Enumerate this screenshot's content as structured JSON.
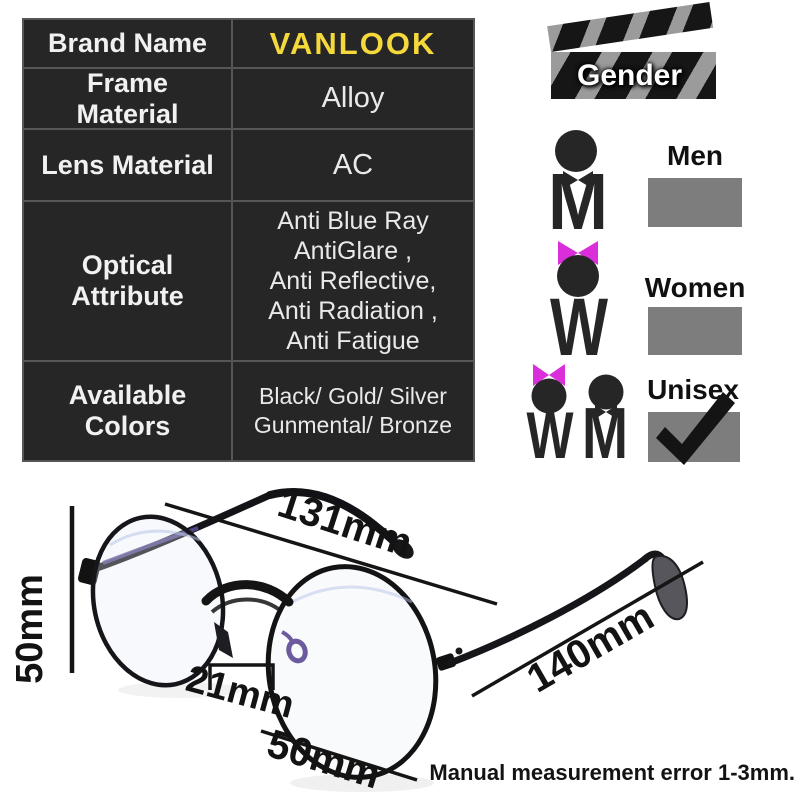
{
  "spec_table": {
    "rows": [
      {
        "label": "Brand Name",
        "value": "VANLOOK"
      },
      {
        "label_lines": [
          "Frame",
          "Material"
        ],
        "value": "Alloy"
      },
      {
        "label": "Lens Material",
        "value": "AC"
      },
      {
        "label_lines": [
          "Optical",
          "Attribute"
        ],
        "value_lines": [
          "Anti Blue Ray",
          "AntiGlare ,",
          "Anti Reflective,",
          "Anti Radiation ,",
          "Anti Fatigue"
        ]
      },
      {
        "label_lines": [
          "Available",
          "Colors"
        ],
        "value_lines": [
          "Black/ Gold/ Silver",
          "Gunmental/ Bronze"
        ]
      }
    ]
  },
  "gender": {
    "title": "Gender",
    "man_glyph": "M",
    "woman_glyph": "W",
    "options": [
      {
        "label": "Men",
        "selected": false
      },
      {
        "label": "Women",
        "selected": false
      },
      {
        "label": "Unisex",
        "selected": true
      }
    ]
  },
  "measurements": {
    "lens_width": "131mm",
    "lens_height": "50mm",
    "bridge_width": "21mm",
    "temple_length": "140mm",
    "lens_diameter": "50mm",
    "note": "Manual measurement error 1-3mm."
  },
  "icons": {
    "clapperboard": "gender-clapperboard-icon",
    "man": "man-bowtie-icon",
    "woman": "woman-bow-icon",
    "check": "checkmark-icon"
  },
  "colors": {
    "table_bg": "#262626",
    "table_grid": "#565656",
    "brand_yellow": "#f5d93a",
    "bow_magenta": "#d92ed9",
    "icon_dark": "#262626",
    "box_gray": "#7d7d7d",
    "check_black": "#141414"
  }
}
